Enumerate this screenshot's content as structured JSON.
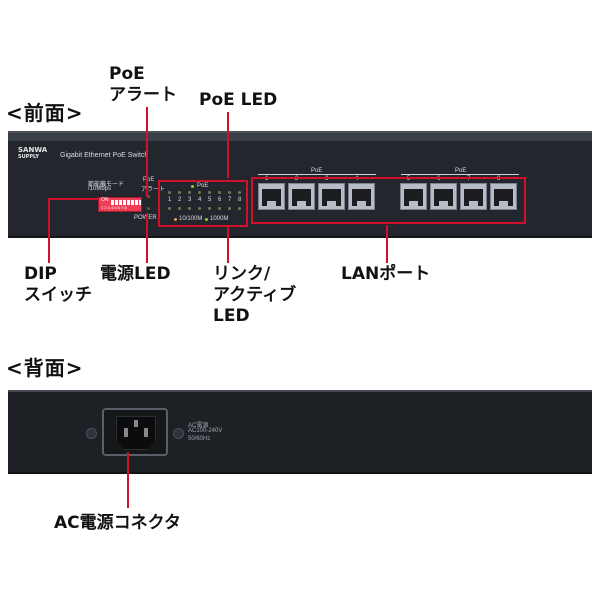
{
  "front": {
    "title": "<前面>",
    "brand": [
      "SANWA",
      "SUPPLY"
    ],
    "model": "Gigabit Ethernet PoE Switch",
    "dip_label": [
      "節能機モード",
      "/10Mbps"
    ],
    "dip_on": "ON",
    "dip_numbers": "1 2 3 4 5 6 7 8",
    "poe_alert_panel": [
      "PoE",
      "アラート"
    ],
    "poe_led_panel": "PoE",
    "power_panel": "POWER",
    "led_numbers": [
      "1",
      "2",
      "3",
      "4",
      "5",
      "6",
      "7",
      "8"
    ],
    "speed_10_100": "10/100M",
    "speed_1000": "1000M",
    "port_group_label": "PoE",
    "port_numbers": [
      "1",
      "2",
      "3",
      "4",
      "5",
      "6",
      "7",
      "8"
    ]
  },
  "callouts": {
    "poe_alert": [
      "PoE",
      "アラート"
    ],
    "poe_led": "PoE LED",
    "dip_switch": [
      "DIP",
      "スイッチ"
    ],
    "power_led": "電源LED",
    "link_led": [
      "リンク/",
      "アクティブ",
      "LED"
    ],
    "lan_port": "LANポート",
    "ac_connector": "AC電源コネクタ"
  },
  "rear": {
    "title": "<背面>",
    "ac_text": [
      "AC電源",
      "AC100-240V",
      "50/60Hz"
    ]
  },
  "colors": {
    "accent": "#d0112b",
    "panel": "#23272d",
    "dip": "#ef3e55"
  }
}
